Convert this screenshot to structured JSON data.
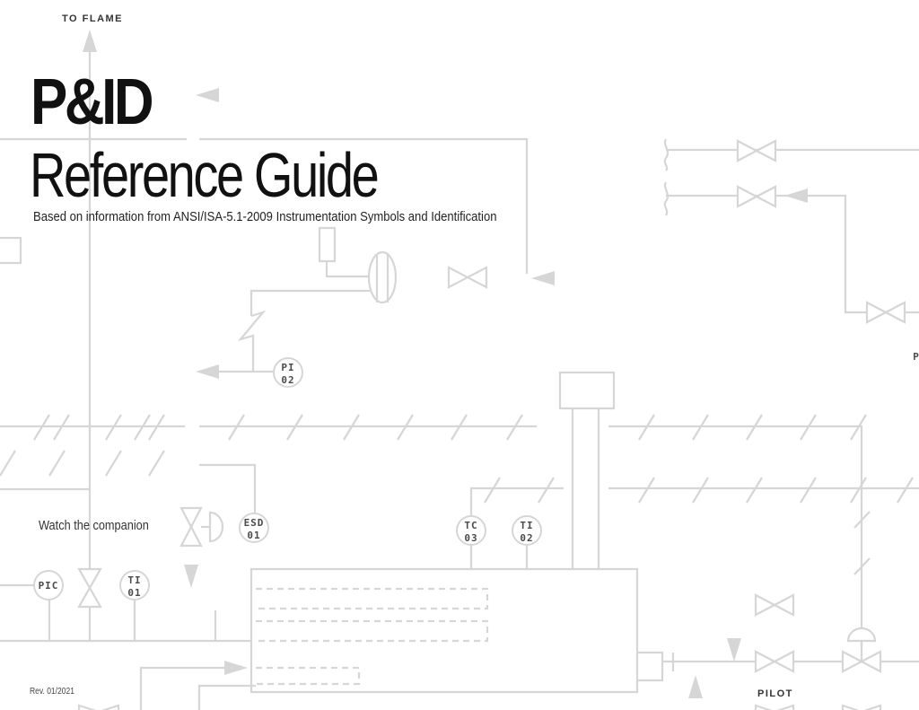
{
  "header": {
    "title": "P&ID",
    "subtitle": "Reference Guide",
    "source_note": "Based on information from ANSI/ISA-5.1-2009 Instrumentation Symbols and Identification"
  },
  "companion_text": "Watch the companion",
  "revision": "Rev. 01/2021",
  "labels": {
    "to_flame": "TO FLAME",
    "pilot": "PILOT"
  },
  "instruments": {
    "pi02": [
      "PI",
      "02"
    ],
    "esd01": [
      "ESD",
      "01"
    ],
    "tc03": [
      "TC",
      "03"
    ],
    "ti02": [
      "TI",
      "02"
    ],
    "pic": [
      "PIC"
    ],
    "ti01": [
      "TI",
      "01"
    ]
  },
  "colors": {
    "line": "#d6d6d6",
    "title": "#111111",
    "tag_text": "#4a4a4a"
  }
}
